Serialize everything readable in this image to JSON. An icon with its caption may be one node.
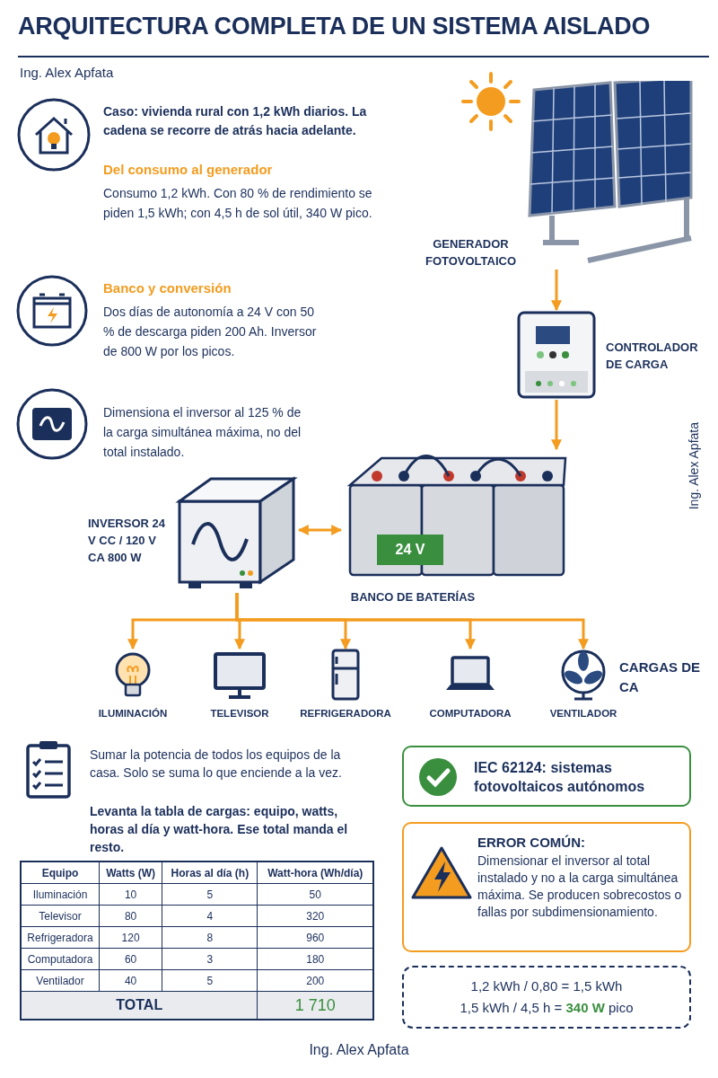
{
  "diagram": {
    "title": "ARQUITECTURA COMPLETA DE UN SISTEMA AISLADO",
    "nodes": [
      {
        "text": [
          "GENERADOR FOTOVOLTAICO"
        ]
      },
      {
        "text": [
          "CONTROLADOR DE CARGA"
        ]
      },
      {
        "text": [
          "INVERSOR 24 V CC / 120 V CA 800 W"
        ]
      },
      {
        "text": [
          "24 V",
          "BANCO DE BATERÍAS"
        ]
      },
      {
        "text": [
          "ILUMINACIÓN"
        ]
      },
      {
        "text": [
          "TELEVISOR"
        ]
      },
      {
        "text": [
          "REFRIGERADORA"
        ]
      },
      {
        "text": [
          "COMPUTADORA"
        ]
      },
      {
        "text": [
          "VENTILADOR"
        ]
      },
      {
        "text": [
          "IEC 62124: sistemas fotovoltaicos autónomos"
        ]
      },
      {
        "text": [
          "ERROR COMÚN:",
          "Dimensionar el inversor al total instalado y no a la carga simultánea máxima. Se producen sobrecostos o fallas por subdimensionamiento."
        ]
      },
      {
        "text": [
          "1,2 kWh / 0,80 = 1,5 kWh",
          "1,5 kWh / 4,5 h = **340 W** pico"
        ]
      }
    ],
    "edges": [
      {
        "from": 0,
        "to": 1,
        "arrow": "to"
      },
      {
        "from": 1,
        "to": 3,
        "arrow": "to"
      },
      {
        "from": 2,
        "to": 3,
        "arrow": "both"
      },
      {
        "from": 2,
        "to": 4,
        "arrow": "to"
      },
      {
        "from": 2,
        "to": 5,
        "arrow": "to"
      },
      {
        "from": 2,
        "to": 6,
        "arrow": "to"
      },
      {
        "from": 2,
        "to": 7,
        "arrow": "to"
      },
      {
        "from": 2,
        "to": 8,
        "arrow": "to"
      }
    ],
    "labels": [
      "Ing. Alex Apfata",
      "Caso: vivienda rural con 1,2 kWh diarios. La cadena se recorre de atrás hacia adelante.",
      "Del consumo al generador",
      "Consumo 1,2 kWh. Con 80 % de rendimiento se piden 1,5 kWh; con 4,5 h de sol útil, 340 W pico.",
      "Banco y conversión",
      "Dos días de autonomía a 24 V con 50 % de descarga piden 200 Ah. Inversor de 800 W por los picos.",
      "Dimensiona el inversor al 125 % de la carga simultánea máxima, no del total instalado.",
      "Ing. Alex Apfata",
      "CARGAS DE CA",
      "Sumar la potencia de todos los equipos de la casa. Solo se suma lo que enciende a la vez.",
      "Levanta la tabla de cargas: equipo, watts, horas al día y watt-hora. Ese total manda el resto.",
      "Equipo",
      "Watts (W)",
      "Horas al día (h)",
      "Watt-hora (Wh/día)",
      "Iluminación",
      "10",
      "5",
      "50",
      "Televisor",
      "80",
      "4",
      "320",
      "Refrigeradora",
      "120",
      "8",
      "960",
      "Computadora",
      "60",
      "3",
      "180",
      "Ventilador",
      "40",
      "5",
      "200",
      "TOTAL",
      "1 710",
      "Ing. Alex Apfata"
    ]
  }
}
